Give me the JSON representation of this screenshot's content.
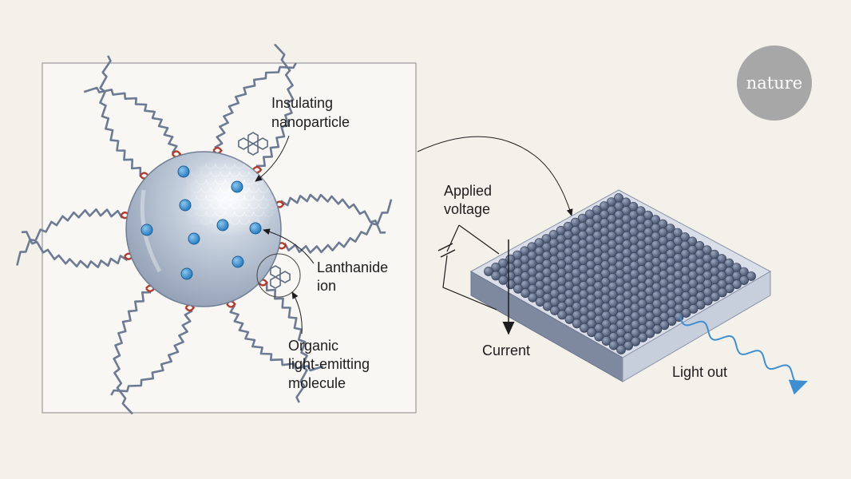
{
  "logo": {
    "text": "nature",
    "bg_color": "#a7a7a7"
  },
  "colors": {
    "background": "#f4f1ea",
    "panel": "#f8f7f3",
    "sphere": "#a9b6c8",
    "ion": "#3a8fd0",
    "chain": "#6c7a93",
    "linker": "#b23a2c",
    "dot": "#4e5b75",
    "light_wave": "#3f8fd0"
  },
  "nanoparticle_panel": {
    "labels": {
      "insulating": [
        "Insulating",
        "nanoparticle"
      ],
      "lanthanide": [
        "Lanthanide",
        "ion"
      ],
      "organic": [
        "Organic",
        "light-emitting",
        "molecule"
      ]
    }
  },
  "device": {
    "labels": {
      "applied_voltage": [
        "Applied",
        "voltage"
      ],
      "current": "Current",
      "light_out": "Light out"
    }
  }
}
